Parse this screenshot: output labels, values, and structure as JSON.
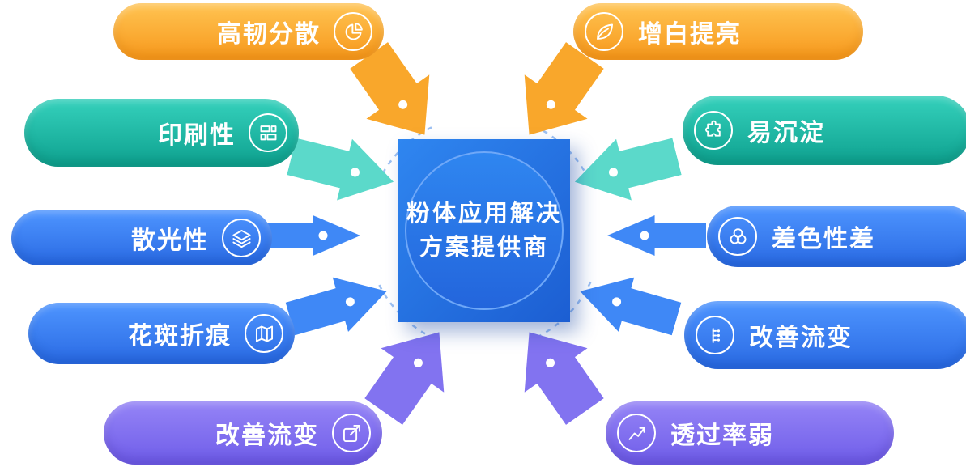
{
  "center": {
    "title_line1": "粉体应用解决",
    "title_line2": "方案提供商"
  },
  "left_items": [
    {
      "label": "高韧分散",
      "icon": "pie-chart-icon",
      "color": "orange"
    },
    {
      "label": "印刷性",
      "icon": "printing-plate-icon",
      "color": "teal"
    },
    {
      "label": "散光性",
      "icon": "layers-icon",
      "color": "blue"
    },
    {
      "label": "花斑折痕",
      "icon": "map-icon",
      "color": "blue"
    },
    {
      "label": "改善流变",
      "icon": "edit-arrow-icon",
      "color": "purple"
    }
  ],
  "right_items": [
    {
      "label": "增白提亮",
      "icon": "leaf-icon",
      "color": "orange"
    },
    {
      "label": "易沉淀",
      "icon": "puzzle-icon",
      "color": "teal"
    },
    {
      "label": "差色性差",
      "icon": "overlap-circles-icon",
      "color": "blue"
    },
    {
      "label": "改善流变",
      "icon": "flow-branch-icon",
      "color": "blue"
    },
    {
      "label": "透过率弱",
      "icon": "trend-chart-icon",
      "color": "purple"
    }
  ],
  "colors": {
    "orange_light": "#FFC452",
    "orange_dark": "#F7981C",
    "orange_arrow": "#F9A72B",
    "teal_light": "#35D1BC",
    "teal_dark": "#0EA18F",
    "teal_arrow": "#5BD9CA",
    "blue_light": "#4E95FF",
    "blue_dark": "#2A6AE3",
    "blue_arrow": "#3F88F6",
    "purple_light": "#9584F6",
    "purple_dark": "#6F5DE9",
    "purple_arrow": "#8273F0",
    "center_light": "#2F86F0",
    "center_dark": "#1C5ED2",
    "arc_dash": "#9CC0F2"
  }
}
